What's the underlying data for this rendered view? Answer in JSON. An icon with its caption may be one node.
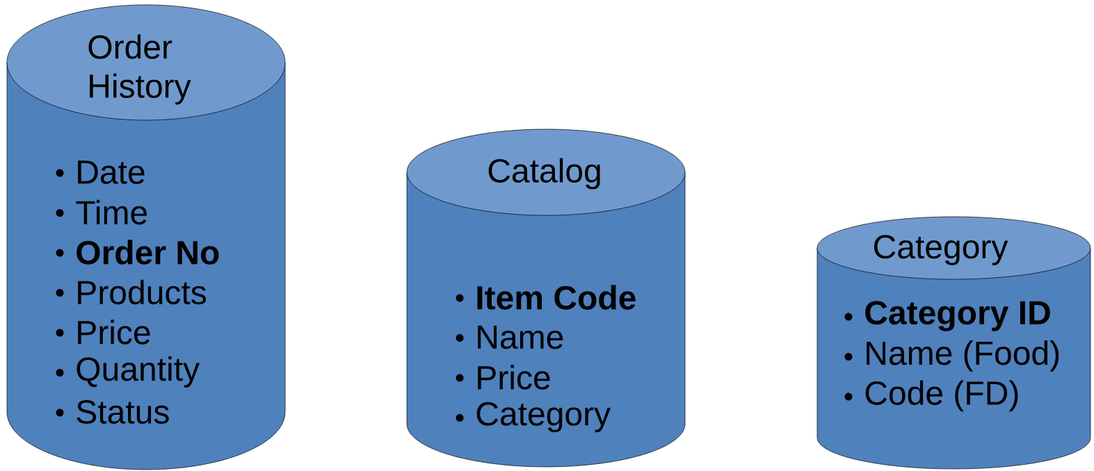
{
  "diagram": {
    "nodes": [
      {
        "text": [
          "Order History",
          "Date",
          "Time",
          "**Order No**",
          "Products",
          "Price",
          "Quantity",
          "Status"
        ]
      },
      {
        "text": [
          "Catalog",
          "**Item Code**",
          "Name",
          "Price",
          "Category"
        ]
      },
      {
        "text": [
          "Category",
          "**Category ID**",
          "Name (Food)",
          "Code (FD)"
        ]
      }
    ]
  }
}
